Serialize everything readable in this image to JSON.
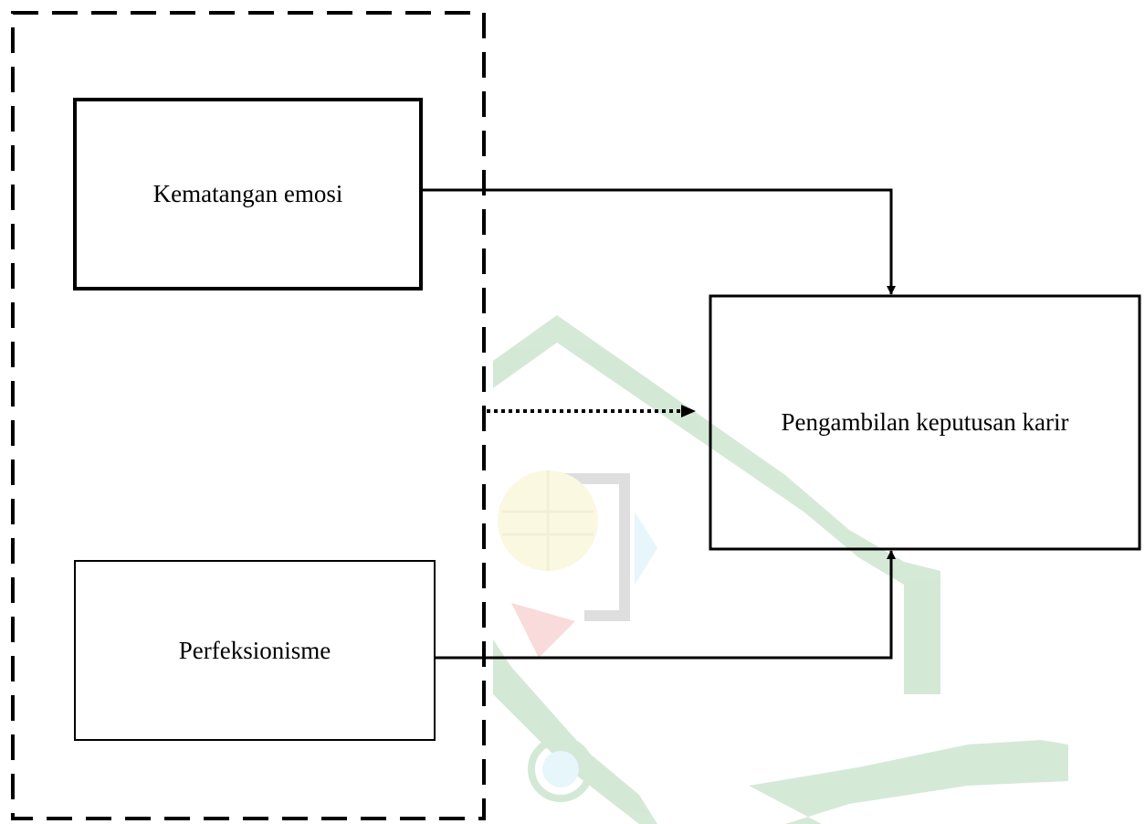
{
  "diagram": {
    "nodes": {
      "emotional_maturity": "Kematangan emosi",
      "perfectionism": "Perfeksionisme",
      "career_decision": "Pengambilan keputusan karir"
    },
    "watermark": {
      "colors": {
        "green": "#3f9a48",
        "yellow": "#ece27a",
        "red": "#e25f5a",
        "cyan": "#8fd9ee",
        "gray": "#6b6b6b"
      }
    }
  }
}
